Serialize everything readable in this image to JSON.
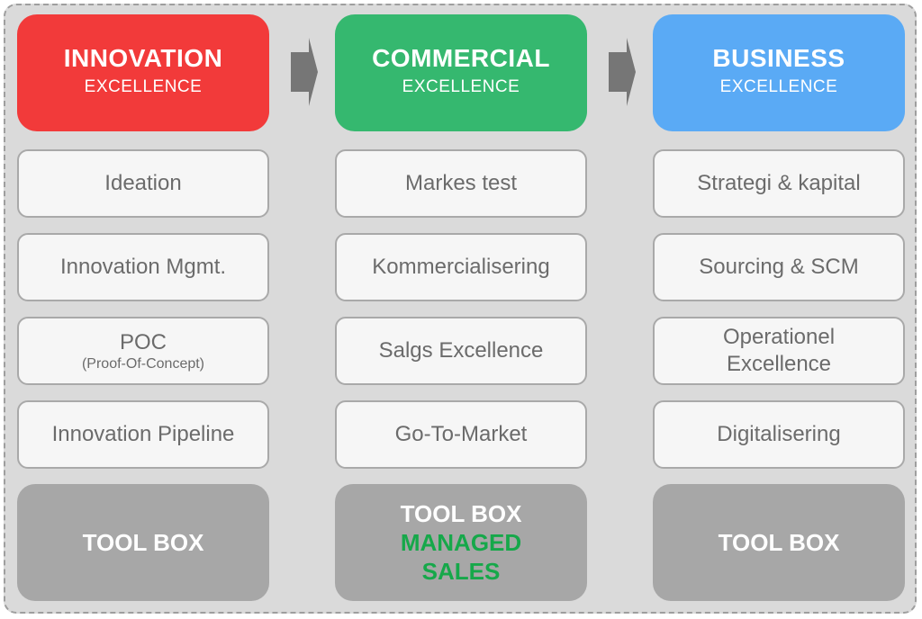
{
  "colors": {
    "innovation": "#f23a3a",
    "commercial": "#35b86f",
    "business": "#5aaaf5",
    "toolbox": "#a7a7a7",
    "managed_sales": "#16a84a",
    "arrow": "#767676"
  },
  "columns": [
    {
      "title": "INNOVATION",
      "subtitle": "EXCELLENCE",
      "items": [
        {
          "label": "Ideation"
        },
        {
          "label": "Innovation Mgmt."
        },
        {
          "label": "POC",
          "sub": "(Proof-Of-Concept)"
        },
        {
          "label": "Innovation Pipeline"
        }
      ],
      "toolbox": {
        "line1": "TOOL BOX"
      }
    },
    {
      "title": "COMMERCIAL",
      "subtitle": "EXCELLENCE",
      "items": [
        {
          "label": "Markes test"
        },
        {
          "label": "Kommercialisering"
        },
        {
          "label": "Salgs Excellence"
        },
        {
          "label": "Go-To-Market"
        }
      ],
      "toolbox": {
        "line1": "TOOL BOX",
        "line2": "MANAGED",
        "line3": "SALES"
      }
    },
    {
      "title": "BUSINESS",
      "subtitle": "EXCELLENCE",
      "items": [
        {
          "label": "Strategi & kapital"
        },
        {
          "label": "Sourcing & SCM"
        },
        {
          "label": "Operationel",
          "label2": "Excellence"
        },
        {
          "label": "Digitalisering"
        }
      ],
      "toolbox": {
        "line1": "TOOL BOX"
      }
    }
  ]
}
